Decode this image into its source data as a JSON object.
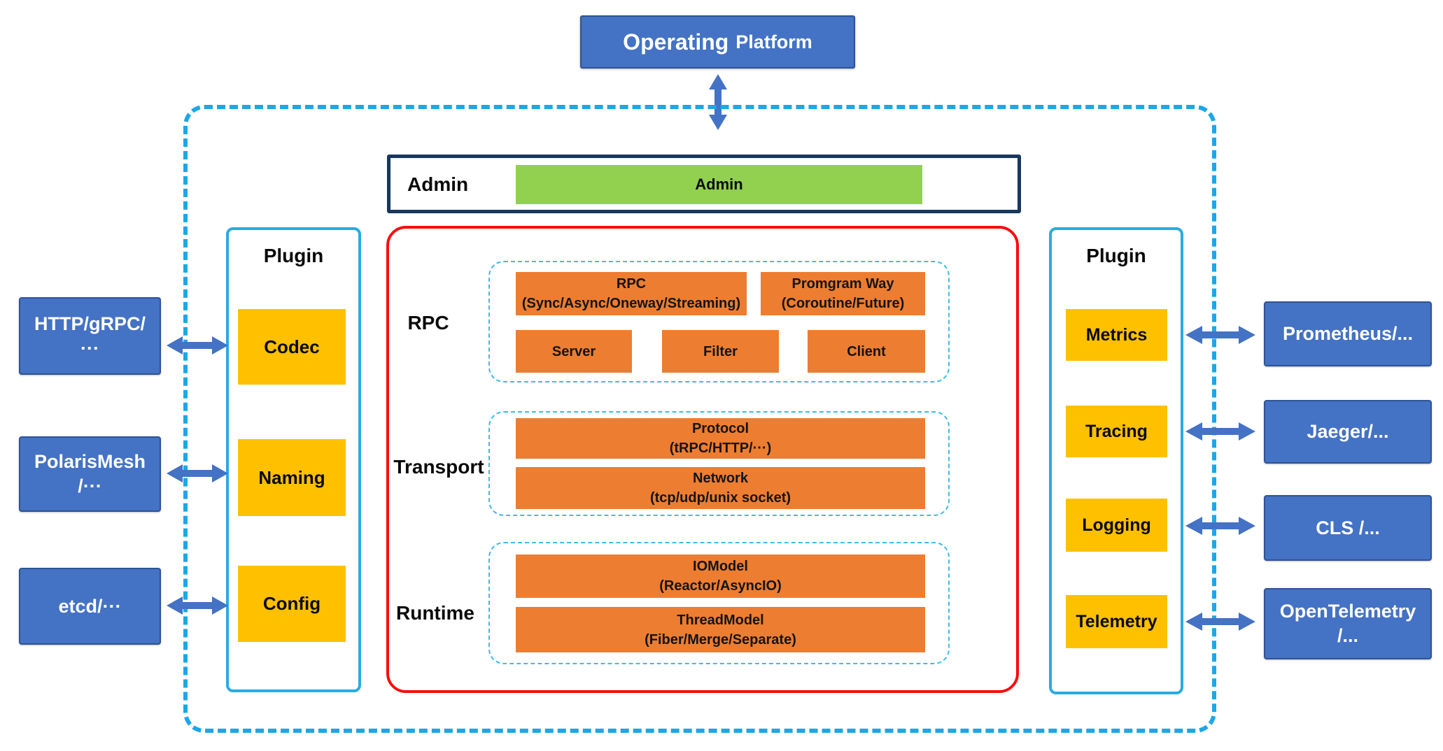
{
  "operating_platform": {
    "label_primary": "Operating",
    "label_secondary": "Platform"
  },
  "admin": {
    "label": "Admin",
    "bar": "Admin"
  },
  "left_external": [
    {
      "line1": "HTTP/gRPC/",
      "line2": "···"
    },
    {
      "line1": "PolarisMesh",
      "line2": "/···"
    },
    {
      "line1": "etcd/···",
      "line2": ""
    }
  ],
  "right_external": [
    {
      "line1": "Prometheus/...",
      "line2": ""
    },
    {
      "line1": "Jaeger/...",
      "line2": ""
    },
    {
      "line1": "CLS /...",
      "line2": ""
    },
    {
      "line1": "OpenTelemetry",
      "line2": "/..."
    }
  ],
  "left_plugin": {
    "title": "Plugin",
    "items": [
      "Codec",
      "Naming",
      "Config"
    ]
  },
  "right_plugin": {
    "title": "Plugin",
    "items": [
      "Metrics",
      "Tracing",
      "Logging",
      "Telemetry"
    ]
  },
  "core": {
    "rpc": {
      "label": "RPC",
      "wide_boxes": [
        {
          "line1": "RPC",
          "line2": "(Sync/Async/Oneway/Streaming)"
        },
        {
          "line1": "Promgram Way",
          "line2": "(Coroutine/Future)"
        }
      ],
      "small_boxes": [
        "Server",
        "Filter",
        "Client"
      ]
    },
    "transport": {
      "label": "Transport",
      "boxes": [
        {
          "line1": "Protocol",
          "line2": "(tRPC/HTTP/···)"
        },
        {
          "line1": "Network",
          "line2": "(tcp/udp/unix socket)"
        }
      ]
    },
    "runtime": {
      "label": "Runtime",
      "boxes": [
        {
          "line1": "IOModel",
          "line2": "(Reactor/AsyncIO)"
        },
        {
          "line1": "ThreadModel",
          "line2": "(Fiber/Merge/Separate)"
        }
      ]
    }
  },
  "colors": {
    "blue_box": "#4472C4",
    "blue_box_border": "#2E5395",
    "outer_dashed_cyan": "#1BA7E8",
    "plugin_border_cyan": "#29ABE2",
    "inner_dashed_cyan": "#3DBBEE",
    "red_border": "#FA0D0D",
    "navy_border": "#17375E",
    "green_bar": "#92D050",
    "yellow_box": "#FFC000",
    "orange_box": "#ED7D31",
    "arrow_blue": "#4472C4"
  }
}
